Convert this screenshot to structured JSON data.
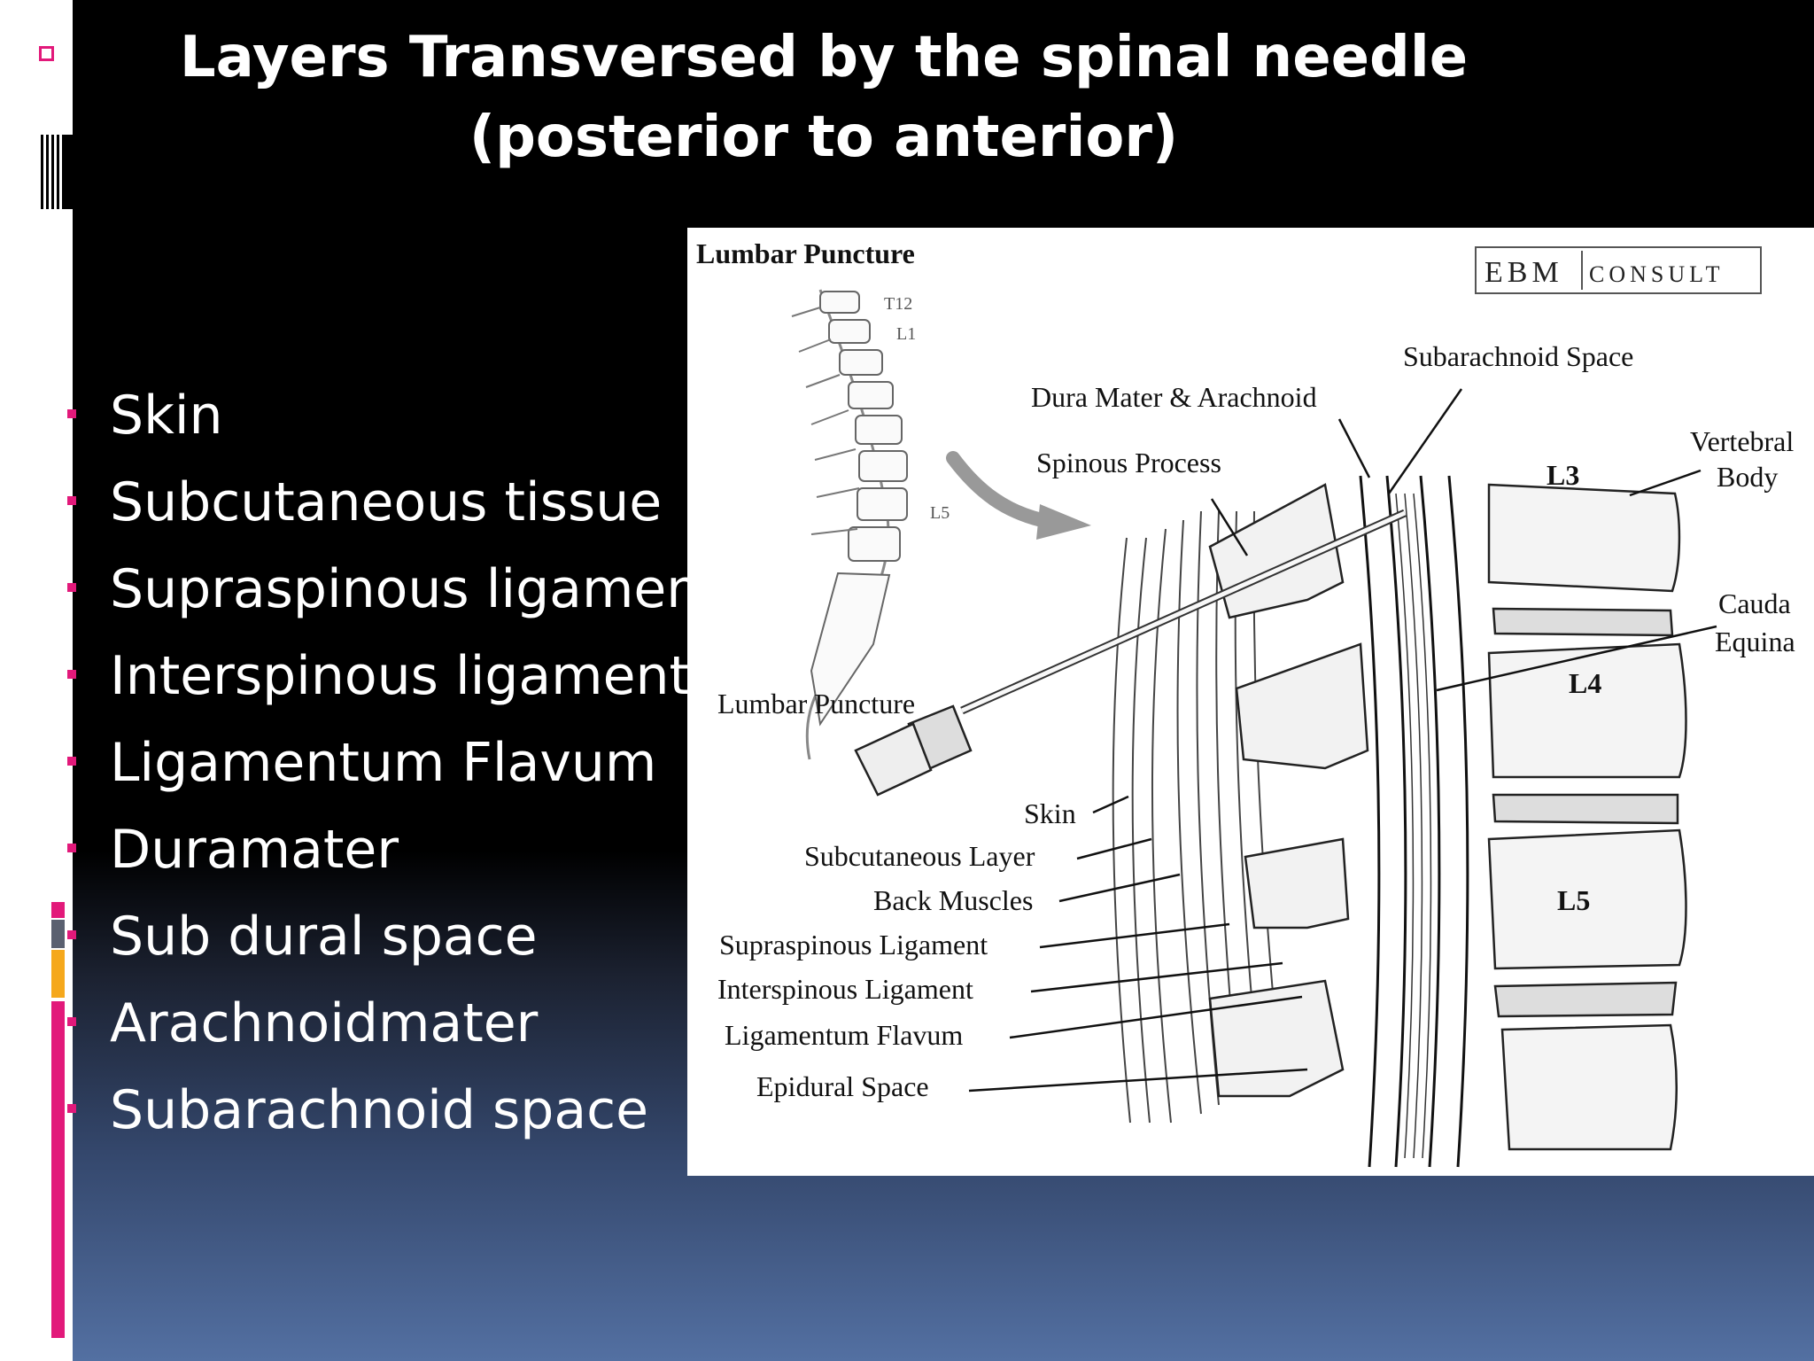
{
  "title": {
    "line1": "Layers Transversed by the spinal needle",
    "line2": "(posterior to anterior)"
  },
  "bullets": [
    "Skin",
    "Subcutaneous tissue",
    "Supraspinous ligament",
    "Interspinous ligament",
    "Ligamentum Flavum",
    "Duramater",
    "Sub dural space",
    "Arachnoidmater",
    "Subarachnoid space"
  ],
  "diagram": {
    "heading": "Lumbar Puncture",
    "logo_main": "EBM",
    "logo_sub": "CONSULT",
    "spine_labels": {
      "t12": "T12",
      "l1": "L1",
      "l5": "L5"
    },
    "vertebra_labels": {
      "l3": "L3",
      "l4": "L4",
      "l5": "L5"
    },
    "labels": {
      "subarachnoid_space": "Subarachnoid Space",
      "dura_arachnoid": "Dura Mater & Arachnoid",
      "spinous_process": "Spinous Process",
      "vertebral": "Vertebral",
      "body": "Body",
      "cauda": "Cauda",
      "equina": "Equina",
      "lumbar_puncture": "Lumbar Puncture",
      "skin": "Skin",
      "subcutaneous_layer": "Subcutaneous Layer",
      "back_muscles": "Back Muscles",
      "supraspinous_ligament": "Supraspinous Ligament",
      "interspinous_ligament": "Interspinous Ligament",
      "ligamentum_flavum": "Ligamentum Flavum",
      "epidural_space": "Epidural Space"
    }
  },
  "colors": {
    "accent_pink": "#e2197a",
    "accent_gray": "#5a6070",
    "accent_orange": "#f5a81c",
    "text": "#ffffff"
  }
}
